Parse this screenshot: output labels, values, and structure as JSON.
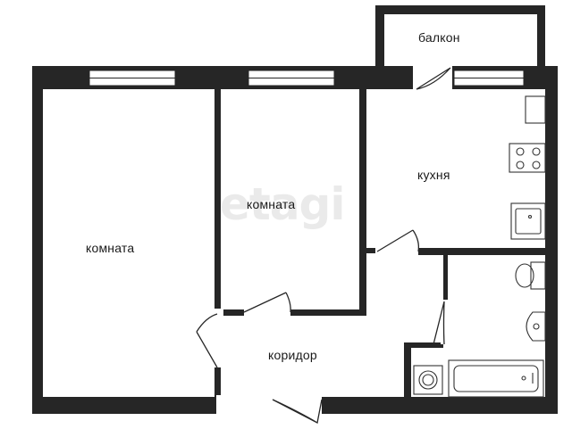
{
  "rooms": {
    "balcony": "балкон",
    "room_left": "комната",
    "room_middle": "комната",
    "kitchen": "кухня",
    "corridor": "коридор"
  },
  "watermark": "etagi",
  "colors": {
    "wall": "#262626",
    "window": "#ffffff",
    "fixture": "#333333",
    "watermark": "#eaeaea"
  }
}
